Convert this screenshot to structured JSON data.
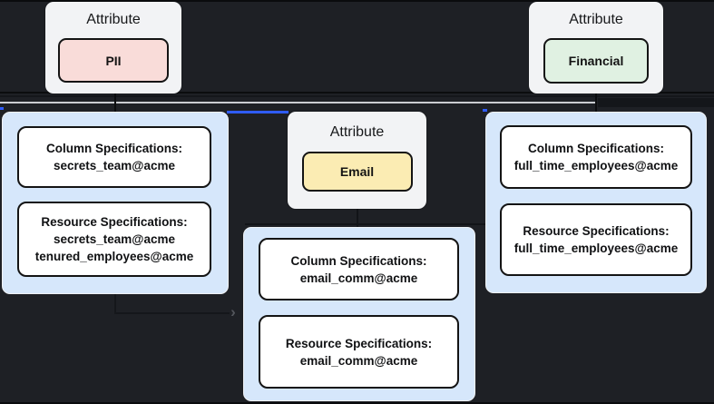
{
  "canvas": {
    "background_color": "#1e2025",
    "highlight_edge_color": "#2f5cff",
    "group_fill_color": "#d6e7fb",
    "arrowhead_glyph": "›"
  },
  "nodes": {
    "pii": {
      "title": "Attribute",
      "chip": "PII",
      "chip_color": "#f9dcd9"
    },
    "financial": {
      "title": "Attribute",
      "chip": "Financial",
      "chip_color": "#e0f1e2"
    },
    "email": {
      "title": "Attribute",
      "chip": "Email",
      "chip_color": "#fbecb3"
    },
    "left_group": {
      "column": {
        "title": "Column Specifications:",
        "lines": [
          "secrets_team@acme"
        ]
      },
      "resource": {
        "title": "Resource Specifications:",
        "lines": [
          "secrets_team@acme",
          "tenured_employees@acme"
        ]
      }
    },
    "center_group": {
      "column": {
        "title": "Column Specifications:",
        "lines": [
          "email_comm@acme"
        ]
      },
      "resource": {
        "title": "Resource Specifications:",
        "lines": [
          "email_comm@acme"
        ]
      }
    },
    "right_group": {
      "column": {
        "title": "Column Specifications:",
        "lines": [
          "full_time_employees@acme"
        ]
      },
      "resource": {
        "title": "Resource Specifications:",
        "lines": [
          "full_time_employees@acme"
        ]
      }
    }
  }
}
